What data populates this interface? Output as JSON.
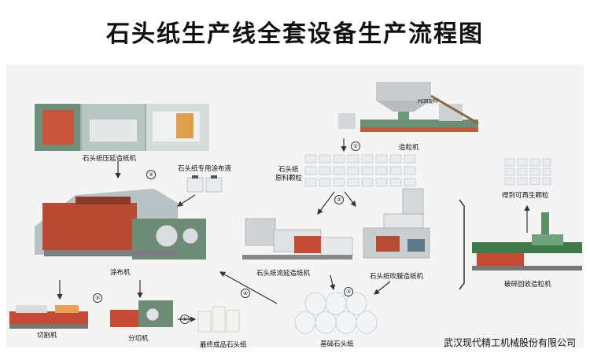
{
  "title": "石头纸生产线全套设备生产流程图",
  "company": "武汉现代精工机械股份有限公司",
  "nodes": {
    "pelletizer": "造粒机",
    "pe_feed": "PE",
    "pe_feed_rest": "回旋料",
    "raw_pellets_line1": "石头纸",
    "raw_pellets_line2": "原料颗粒",
    "calender_machine": "石头纸压延造纸机",
    "coating_liquid": "石头纸专用涂布液",
    "coater": "涂布机",
    "casting_machine": "石头纸流延造纸机",
    "blown_film_machine": "石头纸吹膜造纸机",
    "base_rolls": "基础石头纸",
    "cutter": "切割机",
    "slitter": "分切机",
    "finished_paper": "最终成品石头纸",
    "regrind_pellets": "得到可再生颗粒",
    "crusher_pelletizer": "破碎回收造粒机"
  },
  "steps": [
    "①",
    "②",
    "③",
    "④",
    "⑤",
    "⑥"
  ]
}
